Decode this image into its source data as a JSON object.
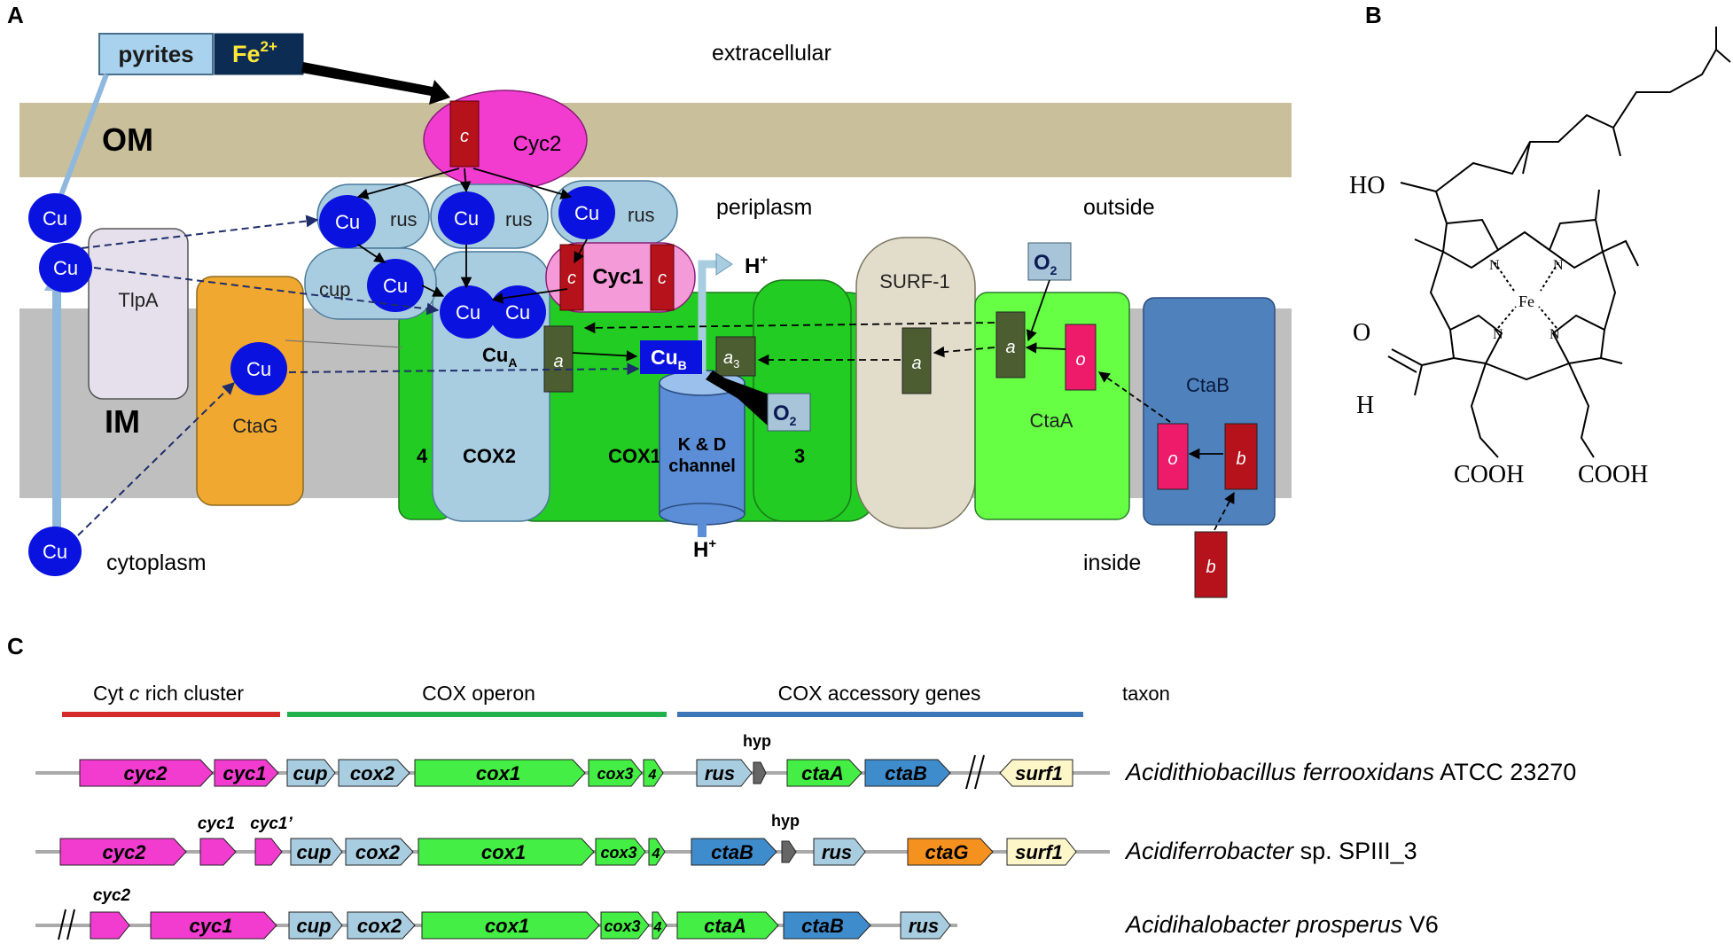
{
  "panels": {
    "a": "A",
    "b": "B",
    "c": "C"
  },
  "panel_a": {
    "pyrites": "pyrites",
    "fe_base": "Fe",
    "fe_charge": "2+",
    "extracellular": "extracellular",
    "om": "OM",
    "im": "IM",
    "periplasm": "periplasm",
    "outside": "outside",
    "inside": "inside",
    "cytoplasm": "cytoplasm",
    "cu": "Cu",
    "cyc2": "Cyc2",
    "cyc1": "Cyc1",
    "heme_c": "c",
    "heme_a": "a",
    "heme_a3": "a",
    "heme_a3_sub": "3",
    "heme_o": "o",
    "heme_b": "b",
    "rus": "rus",
    "cup": "cup",
    "tlpa": "TlpA",
    "ctag": "CtaG",
    "cua": "Cu",
    "cua_sub": "A",
    "cub": "Cu",
    "cub_sub": "B",
    "sub4": "4",
    "sub3": "3",
    "cox2": "COX2",
    "cox1": "COX1",
    "kd_line1": "K & D",
    "kd_line2": "channel",
    "proton": "H",
    "proton_sup": "+",
    "o2": "O",
    "o2_sub": "2",
    "surf1": "SURF-1",
    "ctaa": "CtaA",
    "ctab": "CtaB"
  },
  "panel_b": {
    "ho": "HO",
    "fe": "Fe",
    "n": "N",
    "o": "O",
    "h": "H",
    "cooh": "COOH"
  },
  "panel_c": {
    "headers": {
      "cyt_pre": "Cyt ",
      "cyt_c": "c",
      "cyt_post": " rich cluster",
      "cox_operon": "COX operon",
      "accessory": "COX accessory genes",
      "taxon": "taxon"
    },
    "hyp": "hyp",
    "rows": [
      {
        "genes": [
          "cyc2",
          "cyc1",
          "cup",
          "cox2",
          "cox1",
          "cox3",
          "4",
          "rus",
          "ctaA",
          "ctaB",
          "surf1"
        ],
        "taxon_italic": "Acidithiobacillus ferrooxidans",
        "taxon_plain": " ATCC 23270"
      },
      {
        "genes": [
          "cyc2",
          "cup",
          "cox2",
          "cox1",
          "cox3",
          "4",
          "ctaB",
          "rus",
          "ctaG",
          "surf1"
        ],
        "above": [
          "cyc1",
          "cyc1’"
        ],
        "taxon_italic": "Acidiferrobacter",
        "taxon_plain": " sp. SPIII_3"
      },
      {
        "genes": [
          "cyc1",
          "cup",
          "cox2",
          "cox1",
          "cox3",
          "4",
          "ctaA",
          "ctaB",
          "rus"
        ],
        "above": [
          "cyc2"
        ],
        "taxon_italic": "Acidihalobacter prosperus",
        "taxon_plain": " V6"
      }
    ]
  },
  "colors": {
    "om": "#c9bf9b",
    "im": "#bfbfbf",
    "cu_blue": "#0a12e0",
    "magenta": "#f23ccf",
    "heme_red": "#b5121b",
    "heme_green": "#4d5d32",
    "cox_green": "#22cc22",
    "light_blue": "#a9cde0",
    "ctag_orange": "#f0a830",
    "ctab_blue": "#4f81bd",
    "ctaa_green": "#66ff44",
    "surf_beige": "#e2dccb",
    "pink_heme": "#ee1a6a"
  }
}
